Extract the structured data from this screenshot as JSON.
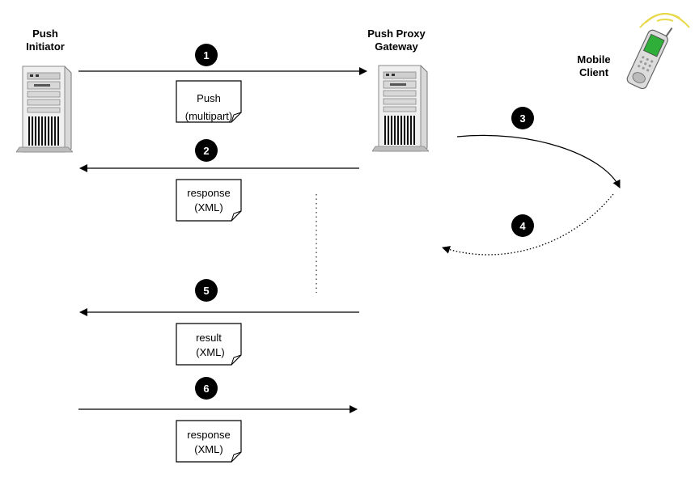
{
  "actors": {
    "initiator": {
      "line1": "Push",
      "line2": "Initiator"
    },
    "gateway": {
      "line1": "Push Proxy",
      "line2": "Gateway"
    },
    "client": {
      "line1": "Mobile",
      "line2": "Client"
    }
  },
  "steps": [
    "1",
    "2",
    "3",
    "4",
    "5",
    "6"
  ],
  "documents": [
    {
      "line1": "Push",
      "line2": "(multipart)"
    },
    {
      "line1": "response",
      "line2": "(XML)"
    },
    {
      "line1": "result",
      "line2": "(XML)"
    },
    {
      "line1": "response",
      "line2": "(XML)"
    }
  ],
  "colors": {
    "line": "#000000",
    "badge": "#000000",
    "phone_screen": "#2fae3a",
    "signal": "#e8d94a"
  }
}
